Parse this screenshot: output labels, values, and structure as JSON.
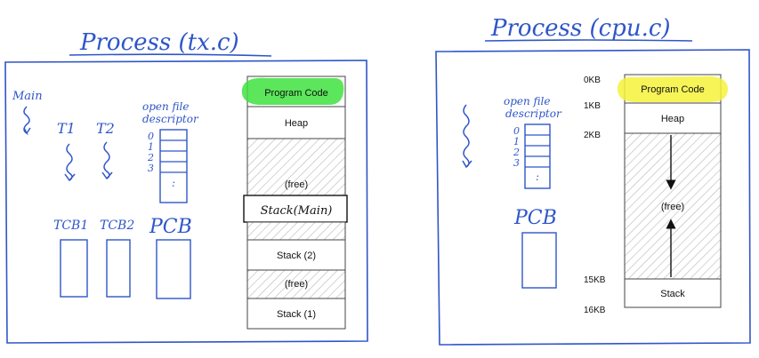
{
  "left": {
    "title": "Process (tx.c)",
    "main_label": "Main",
    "threads": [
      "T1",
      "T2"
    ],
    "fd": {
      "title_line1": "open file",
      "title_line2": "descriptor",
      "indices": [
        "0",
        "1",
        "2",
        "3"
      ],
      "ellipsis": ":"
    },
    "bottom_labels": [
      "TCB1",
      "TCB2",
      "PCB"
    ],
    "memory": {
      "program_code": "Program Code",
      "heap": "Heap",
      "free_top": "(free)",
      "stack_main": "Stack(Main)",
      "stack_2": "Stack (2)",
      "free_mid": "(free)",
      "stack_1": "Stack (1)"
    }
  },
  "right": {
    "title": "Process (cpu.c)",
    "fd": {
      "title_line1": "open file",
      "title_line2": "descriptor",
      "indices": [
        "0",
        "1",
        "2",
        "3"
      ],
      "ellipsis": ":"
    },
    "pcb_label": "PCB",
    "memory": {
      "program_code": "Program Code",
      "heap": "Heap",
      "free": "(free)",
      "stack": "Stack"
    },
    "kb_labels": [
      "0KB",
      "1KB",
      "2KB",
      "15KB",
      "16KB"
    ]
  },
  "colors": {
    "ink": "#2f56c8",
    "green_highlight": "#3ee23e",
    "yellow_highlight": "#f4f23a",
    "hatch": "#b8b8b8"
  }
}
